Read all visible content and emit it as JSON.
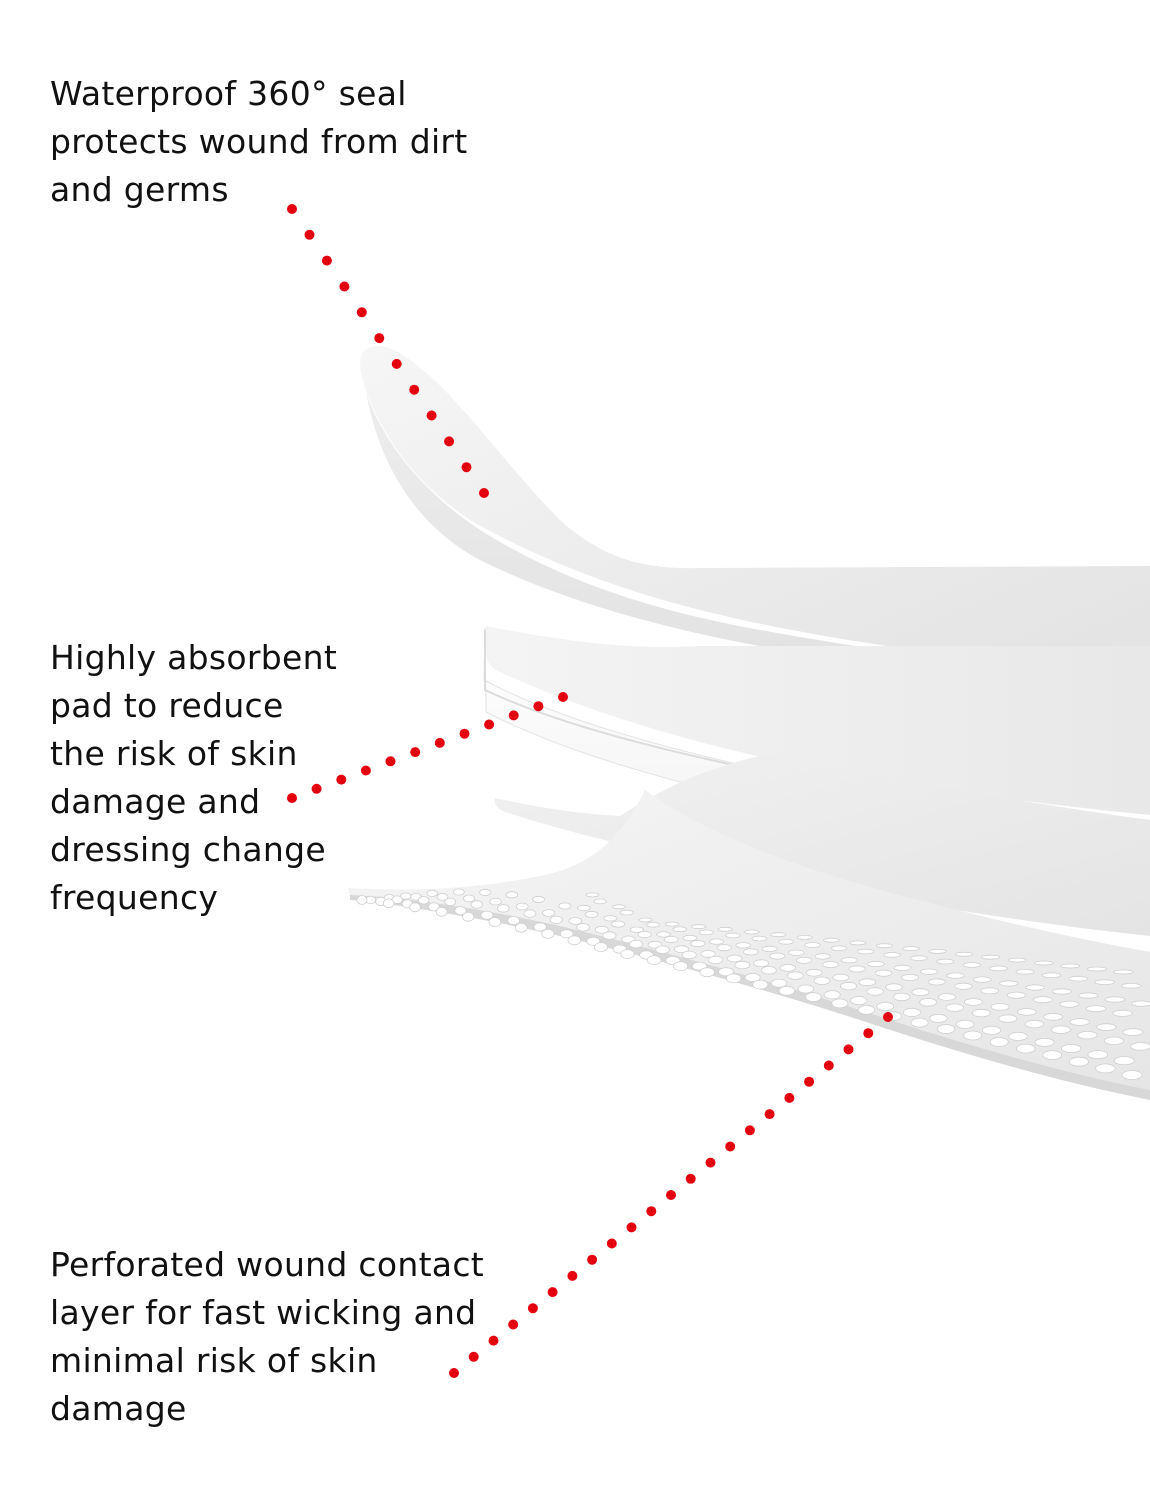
{
  "callouts": {
    "seal": {
      "lines": [
        "Waterproof 360° seal",
        "protects wound from dirt",
        "and germs"
      ]
    },
    "pad": {
      "lines": [
        "Highly absorbent",
        "pad to reduce",
        "the risk of skin",
        "damage and",
        "dressing change",
        "frequency"
      ]
    },
    "contact_layer": {
      "lines": [
        "Perforated wound contact",
        "layer for fast wicking and",
        "minimal risk of skin",
        "damage"
      ]
    }
  },
  "colors": {
    "leader_dots": "#e3000f",
    "background": "#ffffff",
    "text": "#111111"
  }
}
